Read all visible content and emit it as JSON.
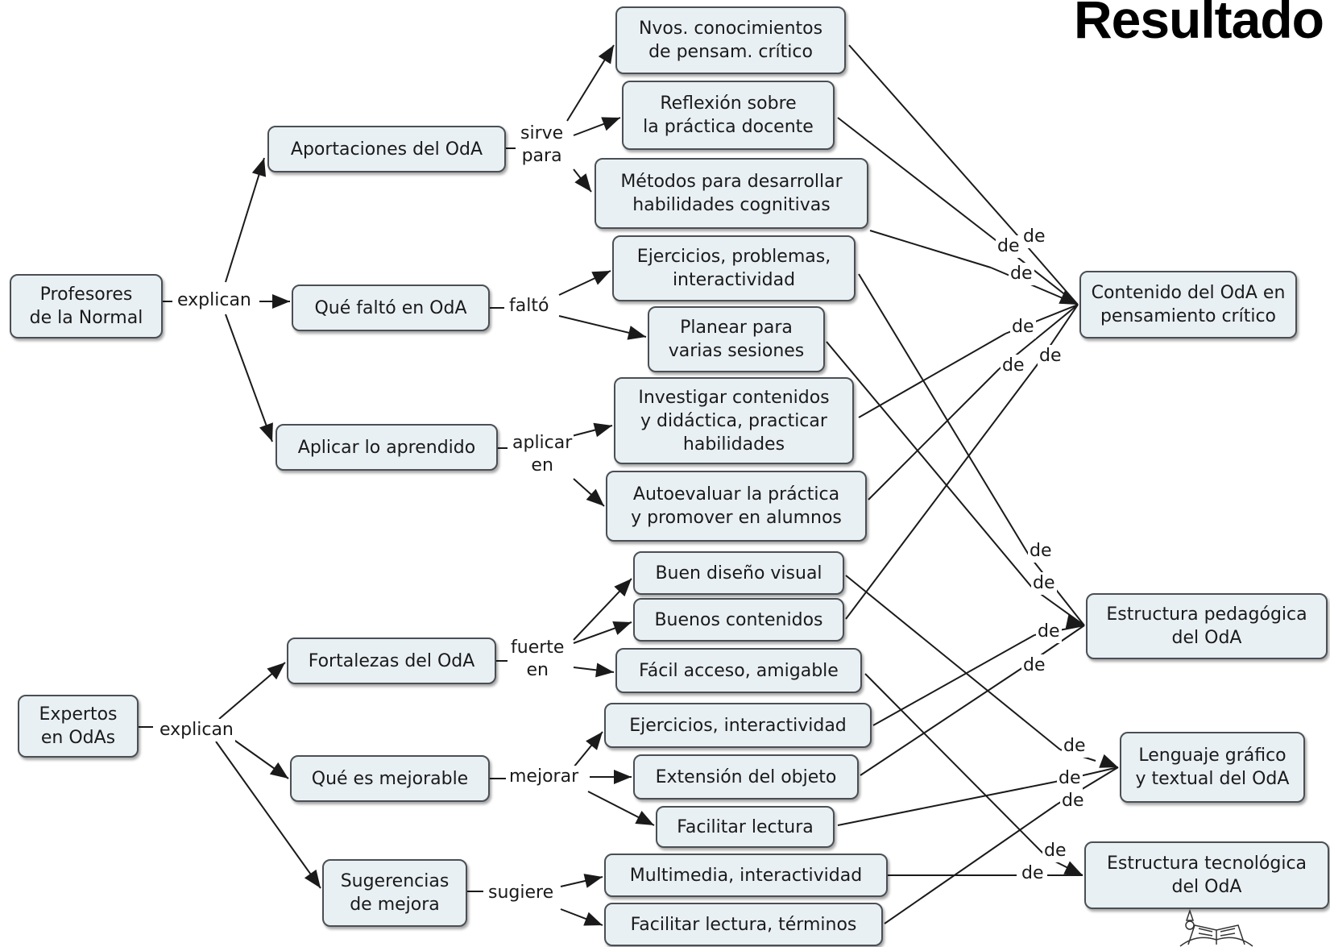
{
  "title": "Resultado",
  "colors": {
    "node_fill": "#e9f0f4",
    "node_border": "#4a4f54",
    "line": "#1a1a1a"
  },
  "nodes": {
    "profesores": "Profesores\nde la Normal",
    "expertos": "Expertos\nen OdAs",
    "aportaciones": "Aportaciones del OdA",
    "que_falto": "Qué faltó en OdA",
    "aplicar": "Aplicar lo aprendido",
    "fortalezas": "Fortalezas del OdA",
    "mejorable": "Qué es mejorable",
    "sugerencias": "Sugerencias\nde mejora",
    "nvos": "Nvos. conocimientos\nde pensam. crítico",
    "reflexion": "Reflexión sobre\nla práctica docente",
    "metodos": "Métodos para desarrollar\nhabilidades cognitivas",
    "ejercicios_prob": "Ejercicios, problemas,\ninteractividad",
    "planear": "Planear para\nvarias sesiones",
    "investigar": "Investigar contenidos\ny didáctica, practicar\nhabilidades",
    "autoevaluar": "Autoevaluar la práctica\ny promover en alumnos",
    "buen_diseno": "Buen diseño visual",
    "buenos_contenidos": "Buenos contenidos",
    "facil_acceso": "Fácil acceso, amigable",
    "ejercicios_inter": "Ejercicios, interactividad",
    "extension": "Extensión del objeto",
    "facilitar_lectura": "Facilitar lectura",
    "multimedia": "Multimedia, interactividad",
    "facilitar_terminos": "Facilitar lectura, términos",
    "contenido": "Contenido del OdA en\npensamiento crítico",
    "estructura_ped": "Estructura pedagógica\ndel OdA",
    "lenguaje": "Lenguaje gráfico\ny textual del OdA",
    "estructura_tec": "Estructura tecnológica\ndel OdA"
  },
  "links": {
    "explican_1": "explican",
    "explican_2": "explican",
    "sirve_para": "sirve\npara",
    "falto": "faltó",
    "aplicar_en": "aplicar\nen",
    "fuerte_en": "fuerte\nen",
    "mejorar": "mejorar",
    "sugiere": "sugiere",
    "de": "de"
  }
}
